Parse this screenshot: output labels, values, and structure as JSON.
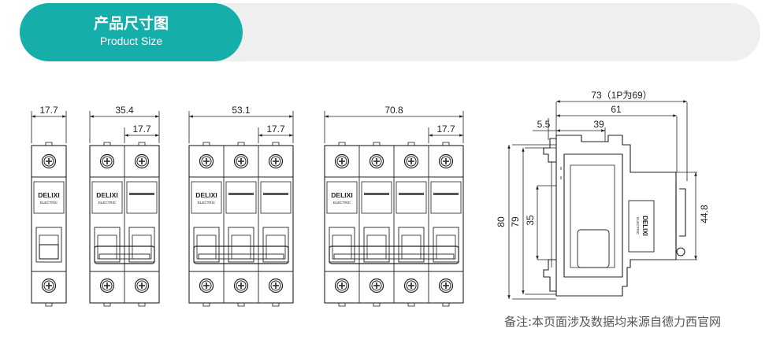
{
  "header": {
    "title": "产品尺寸图",
    "subtitle": "Product Size"
  },
  "brand": {
    "name": "DELIXI",
    "sub": "ELECTRIC"
  },
  "colors": {
    "accent": "#16aeaa",
    "bar": "#efefef",
    "line": "#222222"
  },
  "breakers": [
    {
      "width_label": "17.7",
      "pole_label": ""
    },
    {
      "width_label": "35.4",
      "pole_label": "17.7"
    },
    {
      "width_label": "53.1",
      "pole_label": "17.7"
    },
    {
      "width_label": "70.8",
      "pole_label": "17.7"
    }
  ],
  "side_view": {
    "d73": "73（1P为69）",
    "d61": "61",
    "d55": "5.5",
    "d39": "39",
    "d80": "80",
    "d79": "79",
    "d35": "35",
    "d448": "44.8"
  },
  "note": "备注:本页面涉及数据均来源自德力西官网"
}
